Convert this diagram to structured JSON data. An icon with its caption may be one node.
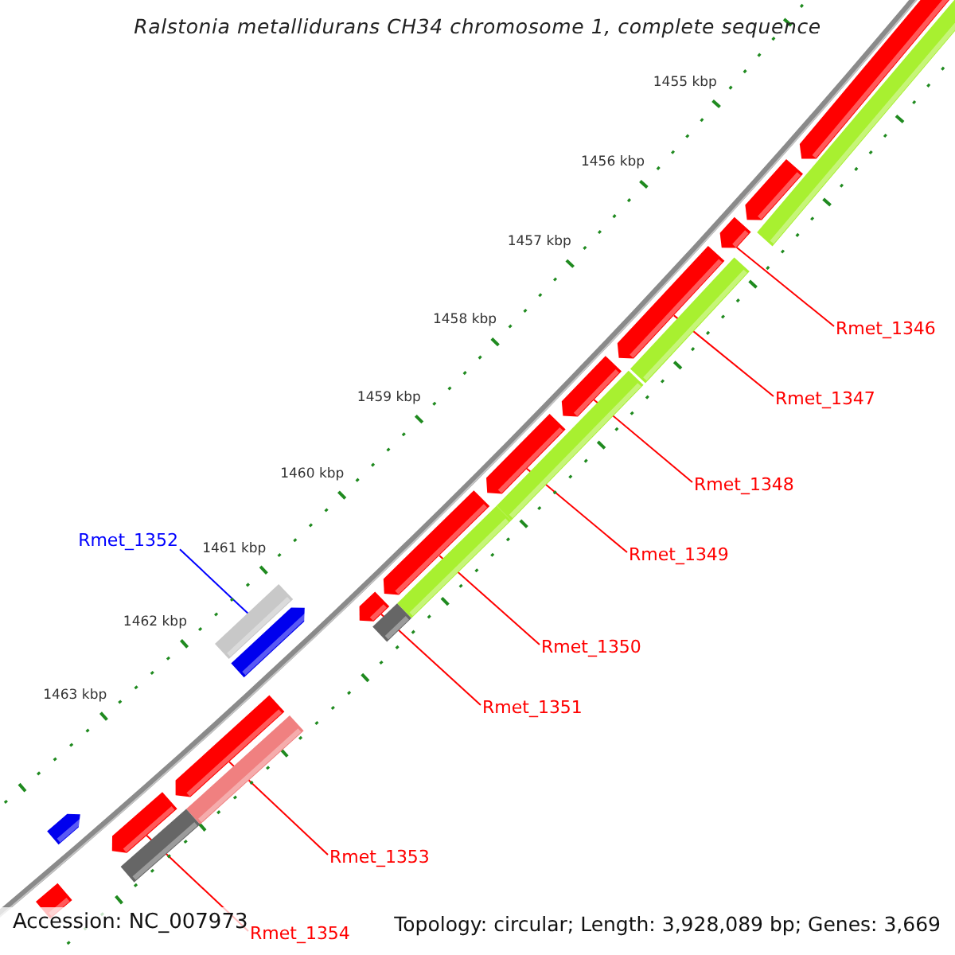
{
  "diagram": {
    "title": "Ralstonia metallidurans CH34 chromosome 1, complete sequence",
    "nodes": [
      {
        "text": [
          "Rmet_1346"
        ]
      },
      {
        "text": [
          "Rmet_1347"
        ]
      },
      {
        "text": [
          "Rmet_1348"
        ]
      },
      {
        "text": [
          "Rmet_1349"
        ]
      },
      {
        "text": [
          "Rmet_1350"
        ]
      },
      {
        "text": [
          "Rmet_1351"
        ]
      },
      {
        "text": [
          "Rmet_1352"
        ]
      },
      {
        "text": [
          "Rmet_1353"
        ]
      },
      {
        "text": [
          "Rmet_1354"
        ]
      },
      {
        "text": [],
        "shape": "pentagon"
      },
      {
        "text": [],
        "shape": "pentagon"
      },
      {
        "text": [],
        "shape": "pentagon"
      },
      {
        "text": [],
        "shape": "pentagon"
      },
      {
        "text": [],
        "shape": "pentagon"
      },
      {
        "text": [],
        "shape": "pentagon"
      },
      {
        "text": [],
        "shape": "pentagon"
      },
      {
        "text": [],
        "shape": "pentagon"
      },
      {
        "text": [],
        "shape": "bar"
      },
      {
        "text": [],
        "shape": "bar"
      },
      {
        "text": [],
        "shape": "bar"
      },
      {
        "text": [],
        "shape": "bar"
      },
      {
        "text": [],
        "shape": "bar"
      },
      {
        "text": [],
        "shape": "bar"
      },
      {
        "text": [],
        "shape": "pentagon"
      },
      {
        "text": [],
        "shape": "pentagon"
      },
      {
        "text": [],
        "shape": "pentagon"
      },
      {
        "text": [],
        "shape": "pentagon"
      },
      {
        "text": [],
        "shape": "bar"
      },
      {
        "text": [],
        "shape": "bar"
      },
      {
        "text": [],
        "shape": "bar"
      }
    ],
    "edges": [
      {
        "from": 0,
        "to": 11,
        "arrow": "none"
      },
      {
        "from": 1,
        "to": 12,
        "arrow": "none"
      },
      {
        "from": 2,
        "to": 13,
        "arrow": "none"
      },
      {
        "from": 3,
        "to": 14,
        "arrow": "none"
      },
      {
        "from": 4,
        "to": 15,
        "arrow": "none"
      },
      {
        "from": 5,
        "to": 16,
        "arrow": "none"
      },
      {
        "from": 6,
        "to": 22,
        "arrow": "none",
        "color": "#0000ff"
      },
      {
        "from": 7,
        "to": 25,
        "arrow": "none"
      },
      {
        "from": 8,
        "to": 26,
        "arrow": "none"
      }
    ],
    "labels": [
      "1455 kbp",
      "1456 kbp",
      "1457 kbp",
      "1458 kbp",
      "1459 kbp",
      "1460 kbp",
      "1461 kbp",
      "1462 kbp",
      "1463 kbp",
      "Accession: NC_007973",
      "Topology: circular; Length: 3,928,089 bp; Genes: 3,669"
    ]
  }
}
